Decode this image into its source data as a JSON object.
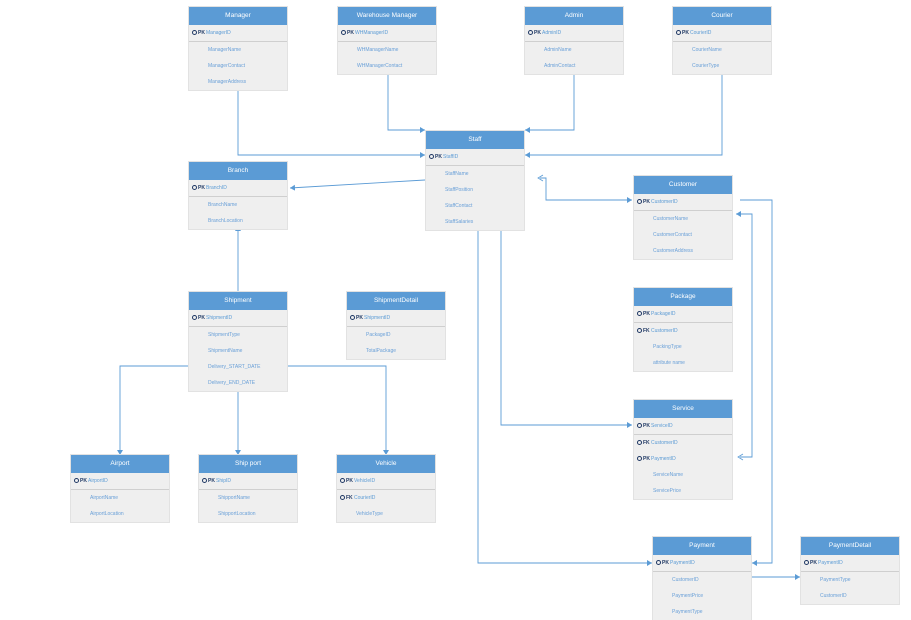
{
  "entities": [
    {
      "id": "manager",
      "title": "Manager",
      "rows": [
        {
          "key": "PK",
          "name": "ManagerID"
        },
        {
          "name": "ManagerName"
        },
        {
          "name": "ManagerContact"
        },
        {
          "name": "ManagerAddress"
        }
      ]
    },
    {
      "id": "warehouse-manager",
      "title": "Warehouse Manager",
      "rows": [
        {
          "key": "PK",
          "name": "WHManagerID"
        },
        {
          "name": "WHManagerName"
        },
        {
          "name": "WHManagerContact"
        }
      ]
    },
    {
      "id": "admin",
      "title": "Admin",
      "rows": [
        {
          "key": "PK",
          "name": "AdminID"
        },
        {
          "name": "AdminName"
        },
        {
          "name": "AdminContact"
        }
      ]
    },
    {
      "id": "courier",
      "title": "Courier",
      "rows": [
        {
          "key": "PK",
          "name": "CourierID"
        },
        {
          "name": "CourierName"
        },
        {
          "name": "CourierType"
        }
      ]
    },
    {
      "id": "staff",
      "title": "Staff",
      "rows": [
        {
          "key": "PK",
          "name": "StaffID"
        },
        {
          "name": "StaffName"
        },
        {
          "name": "StaffPosition"
        },
        {
          "name": "StaffContact"
        },
        {
          "name": "StaffSalaries"
        }
      ]
    },
    {
      "id": "branch",
      "title": "Branch",
      "rows": [
        {
          "key": "PK",
          "name": "BranchID"
        },
        {
          "name": "BranchName"
        },
        {
          "name": "BranchLocation"
        }
      ]
    },
    {
      "id": "customer",
      "title": "Customer",
      "rows": [
        {
          "key": "PK",
          "name": "CustomerID"
        },
        {
          "name": "CustomerName"
        },
        {
          "name": "CustomerContact"
        },
        {
          "name": "CustomerAddress"
        }
      ]
    },
    {
      "id": "package",
      "title": "Package",
      "rows": [
        {
          "key": "PK",
          "name": "PackageID"
        },
        {
          "key": "FK",
          "name": "CustomerID"
        },
        {
          "name": "PackingType"
        },
        {
          "name": "attribute name"
        }
      ]
    },
    {
      "id": "shipment",
      "title": "Shipment",
      "rows": [
        {
          "key": "PK",
          "name": "ShipmentID"
        },
        {
          "name": "ShipmentType"
        },
        {
          "name": "ShipmentName"
        },
        {
          "name": "Delivery_START_DATE"
        },
        {
          "name": "Delivery_END_DATE"
        }
      ]
    },
    {
      "id": "shipment-detail",
      "title": "ShipmentDetail",
      "rows": [
        {
          "key": "PK",
          "name": "ShipmentID"
        },
        {
          "name": "PackageID"
        },
        {
          "name": "TotalPackage"
        }
      ]
    },
    {
      "id": "service",
      "title": "Service",
      "rows": [
        {
          "key": "PK",
          "name": "ServiceID"
        },
        {
          "key": "FK",
          "name": "CustomerID"
        },
        {
          "key": "PK",
          "name": "PaymentID"
        },
        {
          "name": "ServiceName"
        },
        {
          "name": "ServicePrice"
        }
      ]
    },
    {
      "id": "airport",
      "title": "Airport",
      "rows": [
        {
          "key": "PK",
          "name": "AirportID"
        },
        {
          "name": "AirportName"
        },
        {
          "name": "AirportLocation"
        }
      ]
    },
    {
      "id": "ship-port",
      "title": "Ship port",
      "rows": [
        {
          "key": "PK",
          "name": "ShipID"
        },
        {
          "name": "ShipportName"
        },
        {
          "name": "ShipportLocation"
        }
      ]
    },
    {
      "id": "vehicle",
      "title": "Vehicle",
      "rows": [
        {
          "key": "PK",
          "name": "VehicleID"
        },
        {
          "key": "FK",
          "name": "CourierID"
        },
        {
          "name": "VehicleType"
        }
      ]
    },
    {
      "id": "payment",
      "title": "Payment",
      "rows": [
        {
          "key": "PK",
          "name": "PaymentID"
        },
        {
          "name": "CustomerID"
        },
        {
          "name": "PaymentPrice"
        },
        {
          "name": "PaymentType"
        }
      ]
    },
    {
      "id": "payment-detail",
      "title": "PaymentDetail",
      "rows": [
        {
          "key": "PK",
          "name": "PaymentID"
        },
        {
          "name": "PaymentType"
        },
        {
          "name": "CustomerID"
        }
      ]
    }
  ],
  "colors": {
    "header": "#5b9bd5",
    "body": "#efefef",
    "connector": "#5b9bd5",
    "key_icon": "#1f3864"
  },
  "icons": {
    "pk": "key-icon",
    "fk": "key-icon"
  }
}
